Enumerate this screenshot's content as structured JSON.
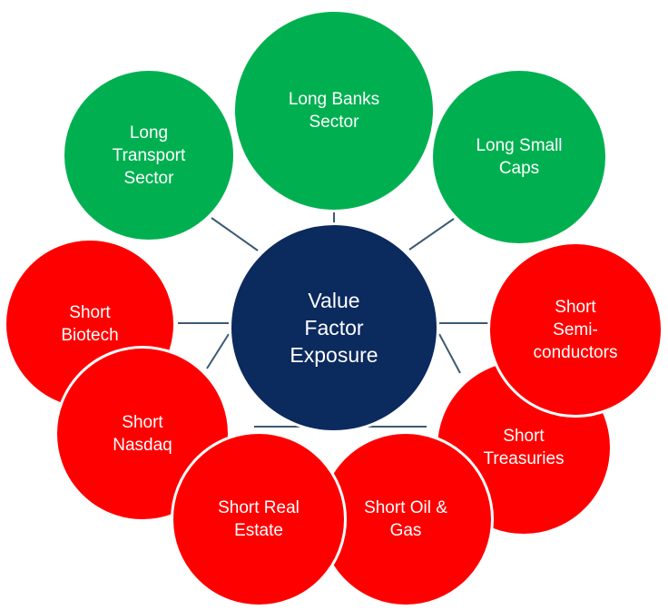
{
  "colors": {
    "center": "#0b2a5e",
    "long": "#00b050",
    "short": "#ff0000",
    "connector": "#3d5a73",
    "outline": "#ffffff"
  },
  "center": {
    "label": "Value\nFactor\nExposure"
  },
  "nodes": [
    {
      "id": "long-banks-sector",
      "label": "Long Banks\nSector",
      "kind": "long"
    },
    {
      "id": "long-small-caps",
      "label": "Long Small\nCaps",
      "kind": "long"
    },
    {
      "id": "short-semiconductors",
      "label": "Short\nSemi-\nconductors",
      "kind": "short"
    },
    {
      "id": "short-treasuries",
      "label": "Short\nTreasuries",
      "kind": "short"
    },
    {
      "id": "short-oil-gas",
      "label": "Short Oil &\nGas",
      "kind": "short"
    },
    {
      "id": "short-real-estate",
      "label": "Short Real\nEstate",
      "kind": "short"
    },
    {
      "id": "short-nasdaq",
      "label": "Short\nNasdaq",
      "kind": "short"
    },
    {
      "id": "short-biotech",
      "label": "Short\nBiotech",
      "kind": "short"
    },
    {
      "id": "long-transport-sector",
      "label": "Long\nTransport\nSector",
      "kind": "long"
    }
  ]
}
